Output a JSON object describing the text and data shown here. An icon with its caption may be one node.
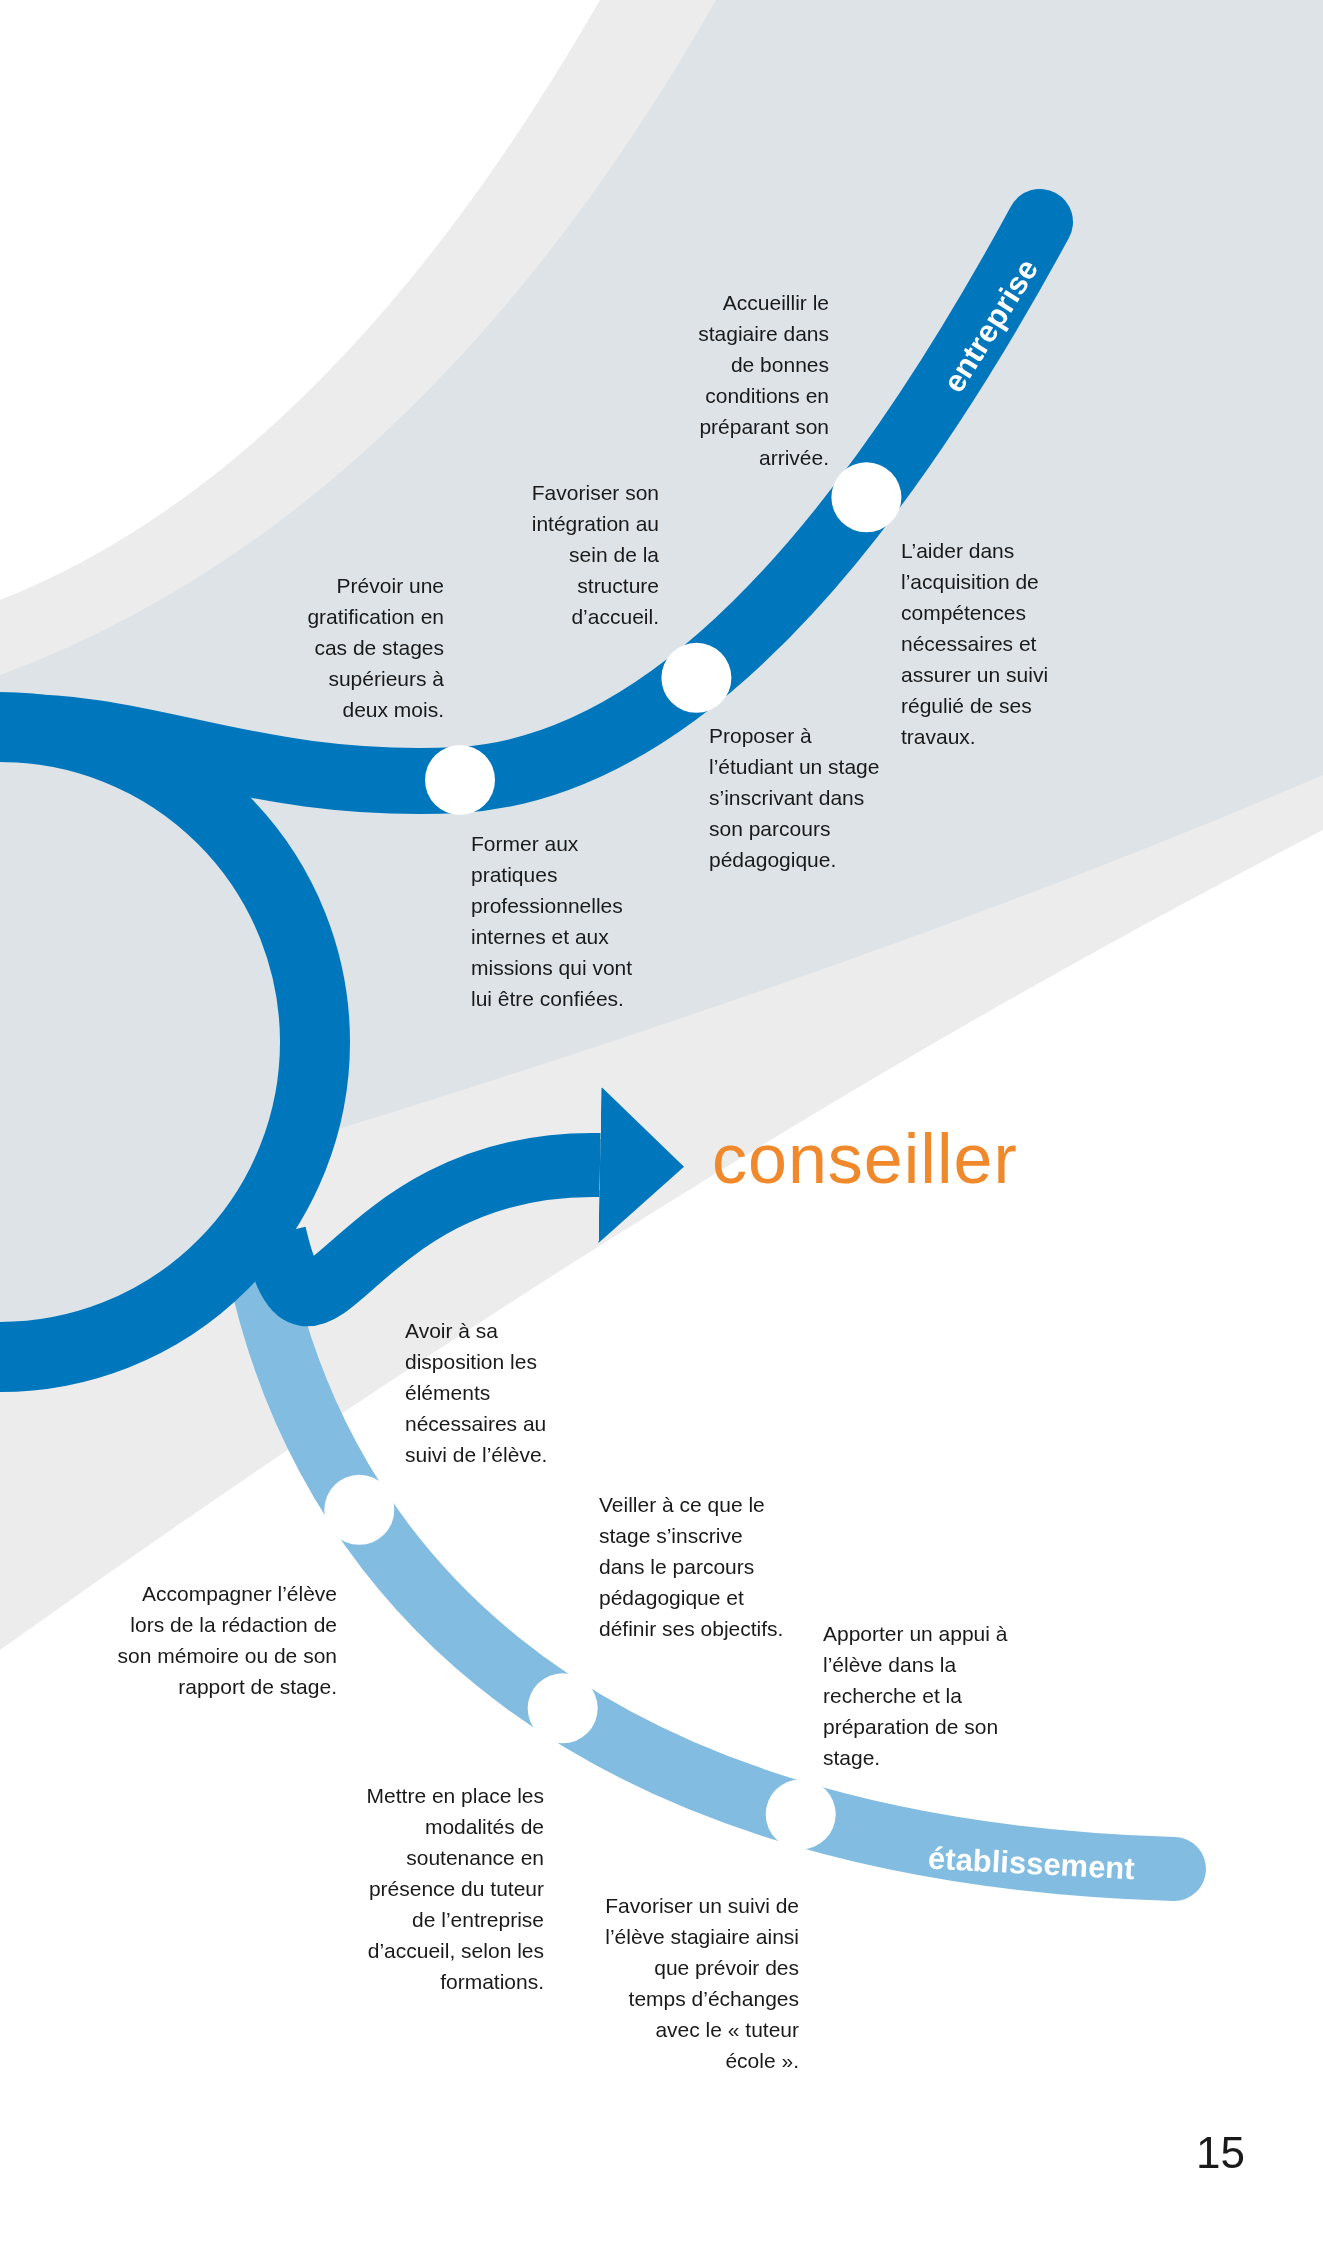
{
  "diagram": {
    "nodes": [
      {
        "text": [
          "entreprise"
        ]
      },
      {
        "text": [],
        "shape": "circle"
      },
      {
        "text": [
          "conseiller"
        ]
      },
      {
        "text": [
          "établissement"
        ]
      },
      {
        "text": [],
        "shape": "circle"
      },
      {
        "text": [],
        "shape": "circle"
      },
      {
        "text": [],
        "shape": "circle"
      },
      {
        "text": [],
        "shape": "circle"
      },
      {
        "text": [],
        "shape": "circle"
      },
      {
        "text": [],
        "shape": "circle"
      }
    ],
    "edges": [
      {
        "from": 1,
        "to": 2,
        "arrow": "to"
      }
    ],
    "labels": [
      "Accueillir le stagiaire dans de bonnes conditions en préparant son arrivée.",
      "Favoriser son intégration au sein de la structure d’accueil.",
      "Prévoir une gratification en cas de stages supérieurs à deux mois.",
      "L’aider dans l’acquisition de compétences nécessaires et assurer un suivi régulié de ses travaux.",
      "Proposer à l’étudiant un stage s’inscrivant dans son parcours pédagogique.",
      "Former aux pratiques professionnelles internes et aux missions qui vont lui être confiées.",
      "Avoir à sa disposition les éléments nécessaires au suivi de l’élève.",
      "Veiller à ce que le stage s’inscrive dans le parcours pédagogique et définir ses objectifs.",
      "Accompagner l’élève lors de la rédaction de son mémoire ou de son rapport de stage.",
      "Apporter un appui à l’élève dans la recherche et la préparation de son stage.",
      "Mettre en place les modalités de soutenance en présence du tuteur de l’entreprise d’accueil, selon les formations.",
      "Favoriser un suivi de l’élève stagiaire ainsi que prévoir des temps d’échanges avec le « tuteur école ».",
      "15"
    ]
  }
}
